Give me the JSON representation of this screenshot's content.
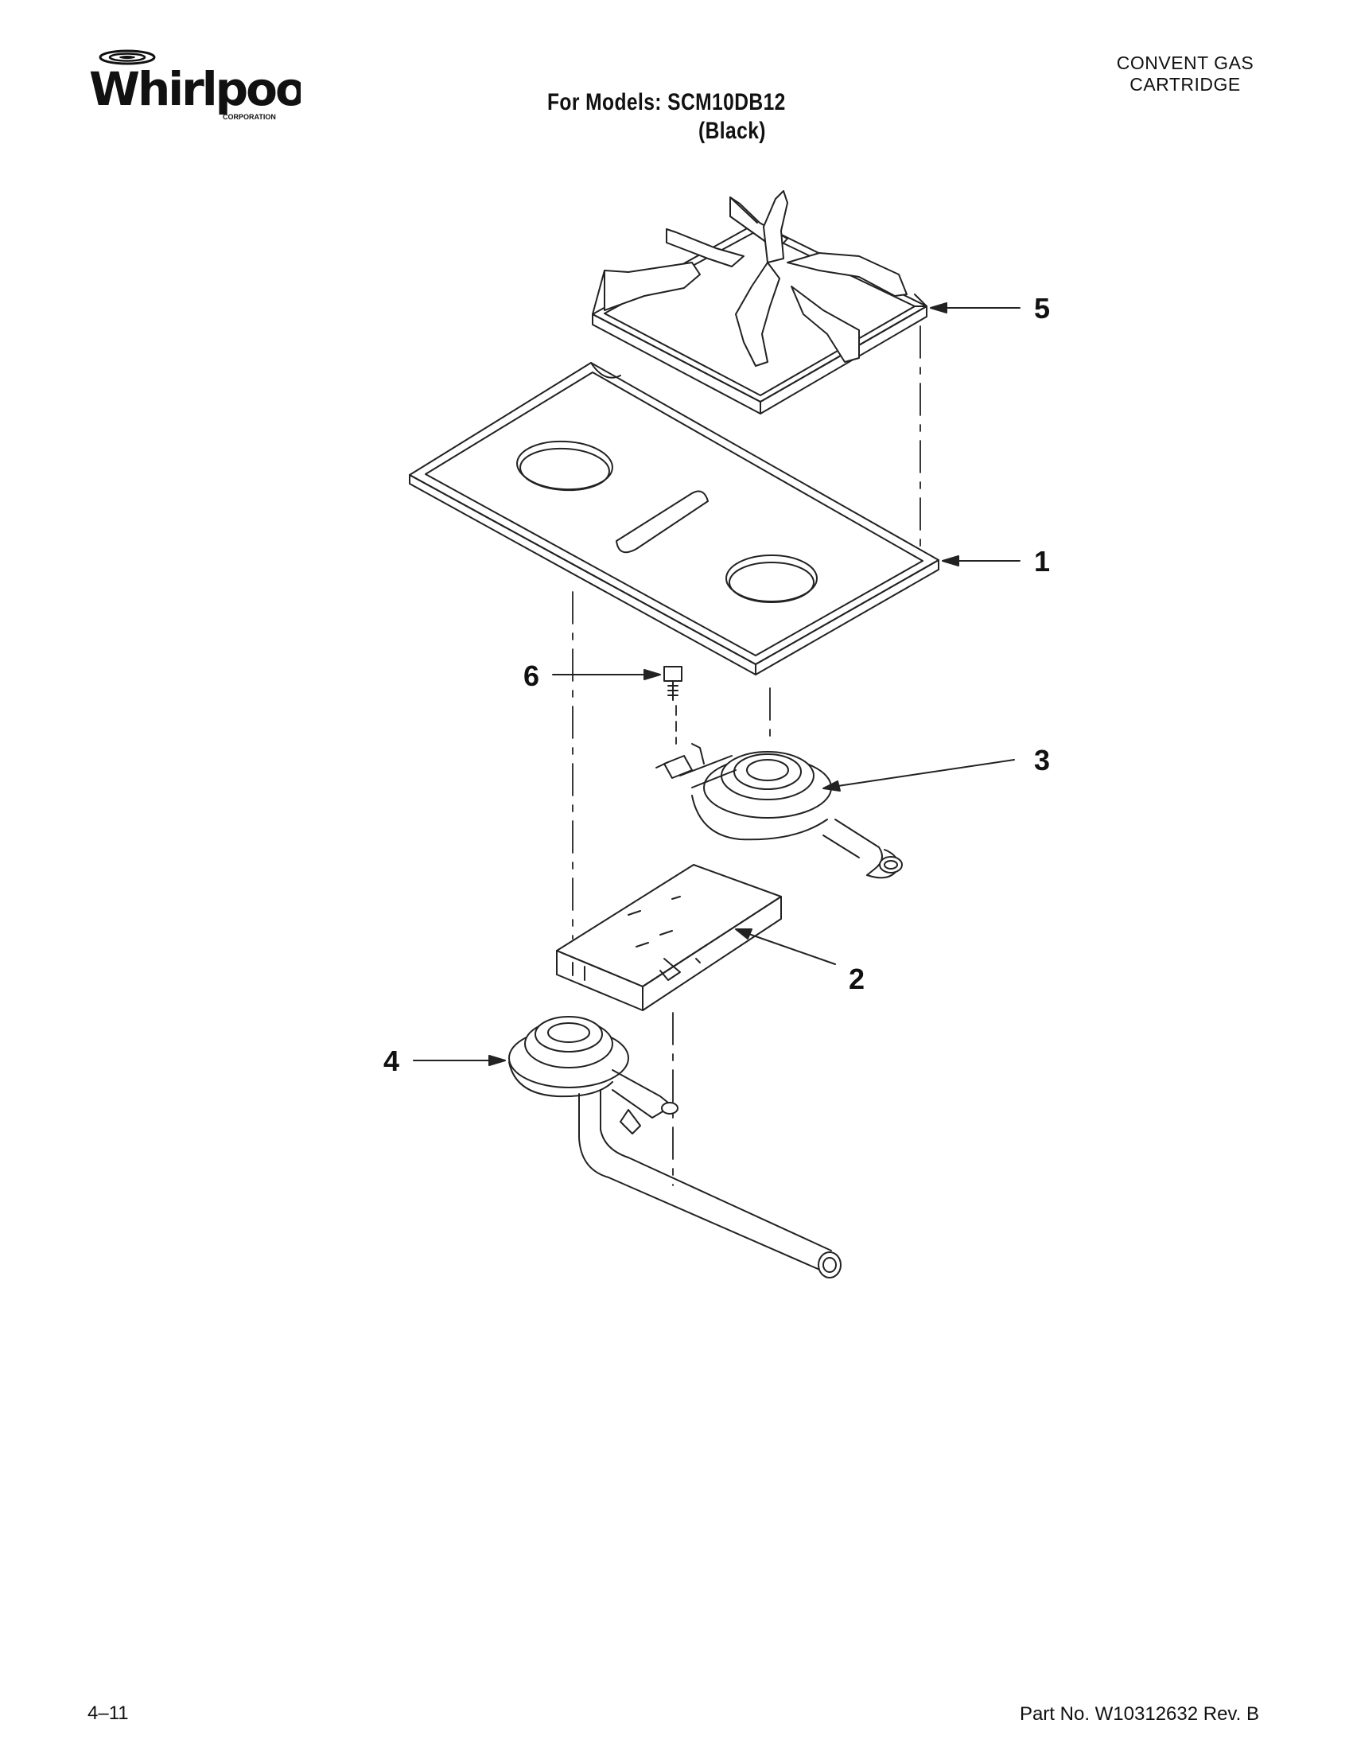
{
  "header": {
    "brand_logo": "Whirlpool",
    "brand_sub": "CORPORATION",
    "models_line": "For Models: SCM10DB12",
    "color_line": "(Black)",
    "section_title_line1": "CONVENT GAS",
    "section_title_line2": "CARTRIDGE"
  },
  "diagram": {
    "callouts": [
      {
        "id": "5",
        "label": "5",
        "part": "grate"
      },
      {
        "id": "1",
        "label": "1",
        "part": "cooktop-pan"
      },
      {
        "id": "6",
        "label": "6",
        "part": "screw"
      },
      {
        "id": "3",
        "label": "3",
        "part": "burner-upper"
      },
      {
        "id": "2",
        "label": "2",
        "part": "burner-bracket"
      },
      {
        "id": "4",
        "label": "4",
        "part": "burner-lower"
      }
    ]
  },
  "footer": {
    "page": "4–11",
    "part_number": "Part No. W10312632 Rev. B"
  }
}
